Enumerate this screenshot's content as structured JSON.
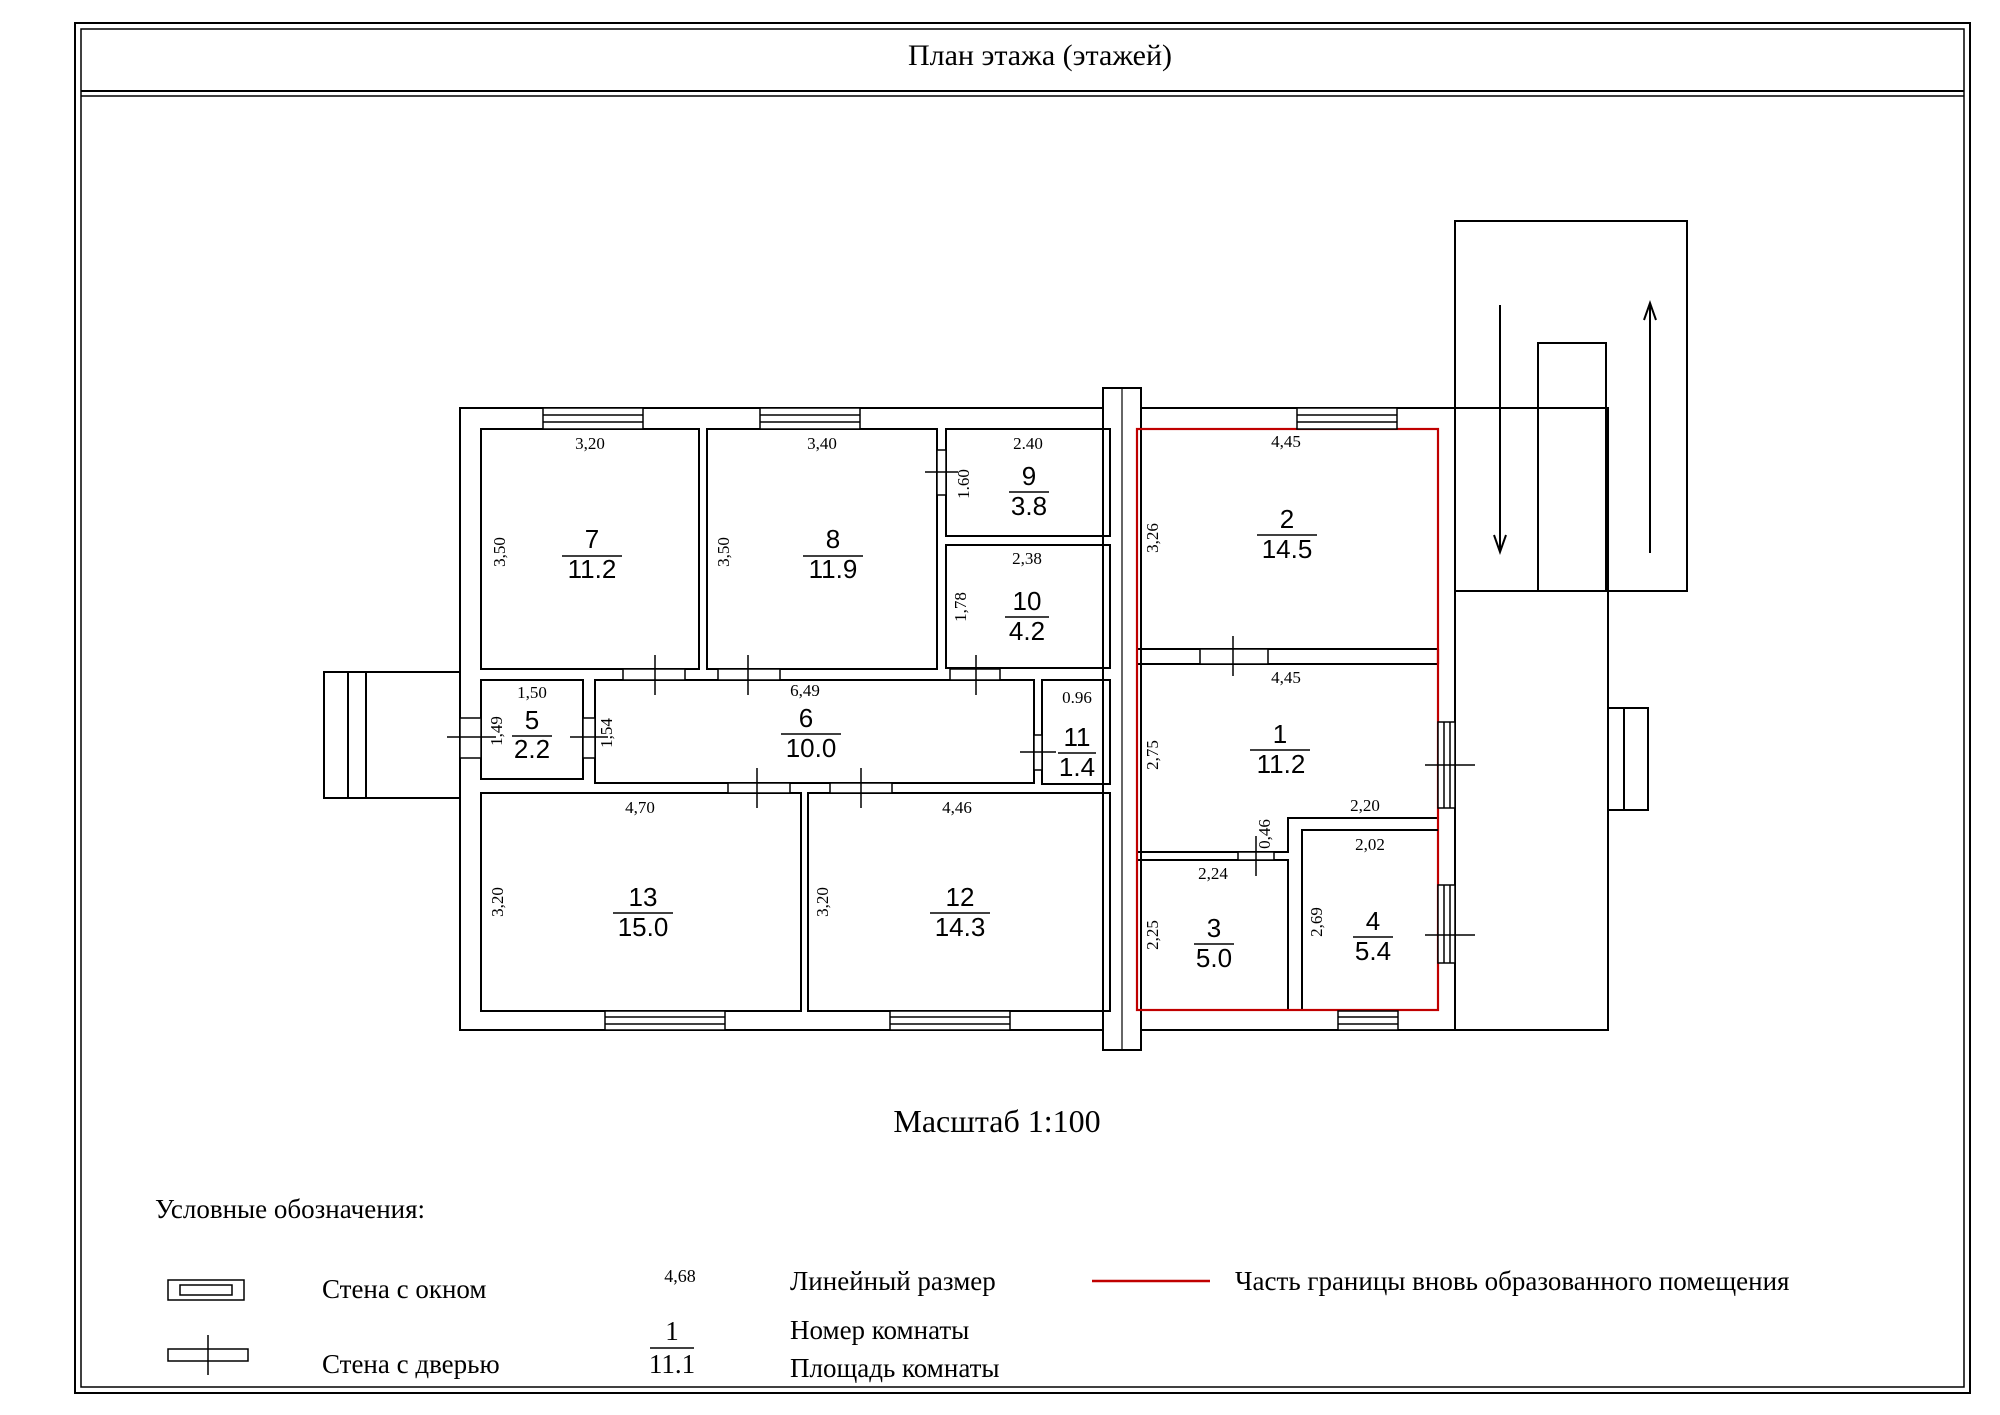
{
  "title": "План этажа (этажей)",
  "scale": "Масштаб 1:100",
  "legend": {
    "header": "Условные обозначения:",
    "window_wall": "Стена с окном",
    "door_wall": "Стена с дверью",
    "dim_sample": "4,68",
    "dim_label": "Линейный размер",
    "room_num_sample": "1",
    "room_area_sample": "11.1",
    "room_num_label": "Номер комнаты",
    "room_area_label": "Площадь комнаты",
    "boundary_label": "Часть границы вновь образованного помещения",
    "boundary_color": "#c00000"
  },
  "rooms": {
    "r1": {
      "num": "1",
      "area": "11.2",
      "w": "4,45",
      "h": "2,75"
    },
    "r2": {
      "num": "2",
      "area": "14.5",
      "w": "4,45",
      "h": "3,26"
    },
    "r3": {
      "num": "3",
      "area": "5.0",
      "w": "2,24",
      "h": "2,25"
    },
    "r4": {
      "num": "4",
      "area": "5.4",
      "w": "2,02",
      "h": "2,69"
    },
    "r5": {
      "num": "5",
      "area": "2.2",
      "w": "1,50",
      "h": "1,49"
    },
    "r6": {
      "num": "6",
      "area": "10.0",
      "w": "6,49",
      "h": "1,54"
    },
    "r7": {
      "num": "7",
      "area": "11.2",
      "w": "3,20",
      "h": "3,50"
    },
    "r8": {
      "num": "8",
      "area": "11.9",
      "w": "3,40",
      "h": "3,50"
    },
    "r9": {
      "num": "9",
      "area": "3.8",
      "w": "2.40",
      "h": "1.60"
    },
    "r10": {
      "num": "10",
      "area": "4.2",
      "w": "2,38",
      "h": "1,78"
    },
    "r11": {
      "num": "11",
      "area": "1.4",
      "w": "0.96"
    },
    "r12": {
      "num": "12",
      "area": "14.3",
      "w": "4,46",
      "h": "3,20"
    },
    "r13": {
      "num": "13",
      "area": "15.0",
      "w": "4,70",
      "h": "3,20"
    }
  },
  "extra_dims": {
    "step_w": "2,20",
    "step_h": "0,46"
  }
}
